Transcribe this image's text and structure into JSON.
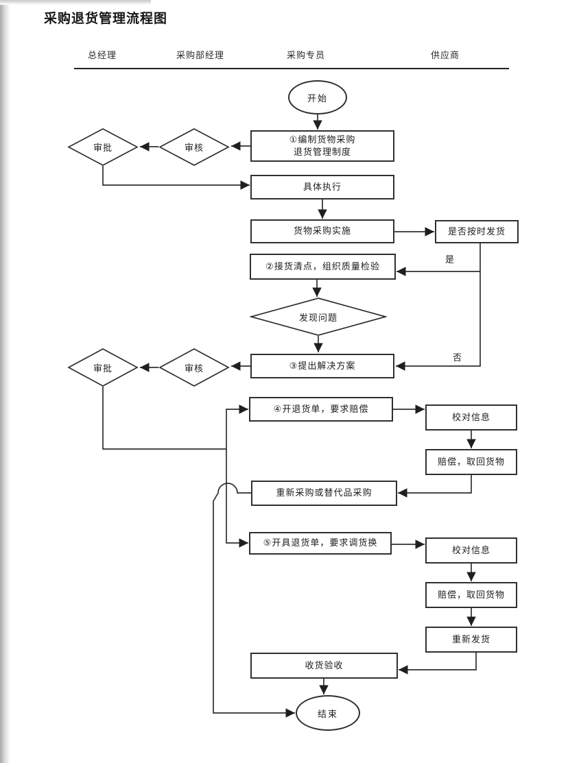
{
  "title": "采购退货管理流程图",
  "lanes": [
    "总经理",
    "采购部经理",
    "采购专员",
    "供应商"
  ],
  "flow": {
    "start": "开始",
    "end": "结束",
    "labels": {
      "yes": "是",
      "no": "否"
    },
    "nodes": {
      "draft_policy": "①编制货物采购\n退货管理制度",
      "approve_1": "审批",
      "review_1": "审核",
      "execute": "具体执行",
      "implement": "货物采购实施",
      "on_time_delivery": "是否按时发货",
      "receive_check": "②接货清点，组织质量检验",
      "problem_found": "发现问题",
      "propose_solution": "③提出解决方案",
      "approve_2": "审批",
      "review_2": "审核",
      "return_compensate": "④开退货单，要求赔偿",
      "verify_info_1": "校对信息",
      "compensate_retrieve_1": "赔偿，取回货物",
      "repurchase": "重新采购或替代品采购",
      "return_exchange": "⑤开具退货单，要求调货换",
      "verify_info_2": "校对信息",
      "compensate_retrieve_2": "赔偿，取回货物",
      "reship": "重新发货",
      "receive_accept": "收货验收"
    }
  },
  "colors": {
    "ink": "#2f2f2f",
    "background": "#ffffff"
  }
}
